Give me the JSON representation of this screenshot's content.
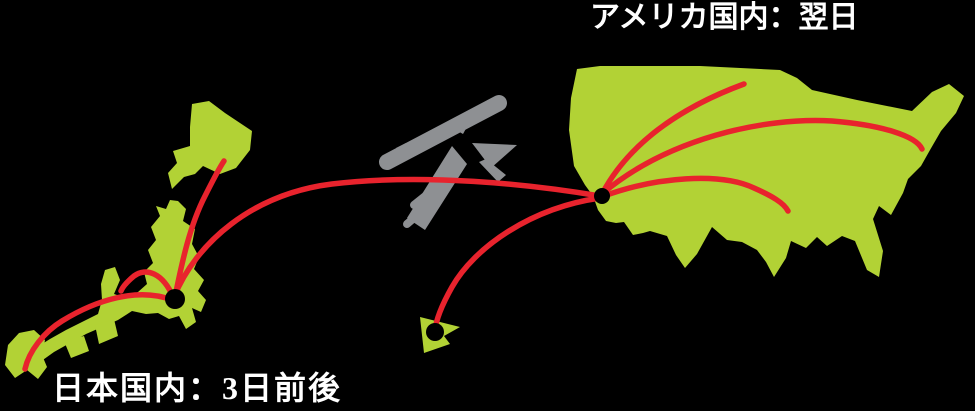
{
  "labels": {
    "usa_domestic": "アメリカ国内：翌日",
    "japan_domestic": "日本国内：3日前後"
  },
  "colors": {
    "background": "#000000",
    "map_green": "#b2d235",
    "route_red": "#e8232d",
    "plane_gray": "#8e9093",
    "hub_dot": "#000000",
    "label_text": "#ffffff"
  },
  "elements": {
    "airplane_icon": "airplane-silhouette",
    "maps": [
      "japan-archipelago",
      "usa-mainland",
      "pacific-island-triangle"
    ],
    "hubs": [
      "tokyo-hub",
      "los-angeles-hub",
      "island-hub"
    ],
    "routes": [
      "tokyo-hokkaido",
      "tokyo-kansai",
      "tokyo-kyushu",
      "tokyo-los-angeles",
      "los-angeles-island",
      "los-angeles-northwest",
      "los-angeles-northeast",
      "los-angeles-south-central"
    ]
  }
}
